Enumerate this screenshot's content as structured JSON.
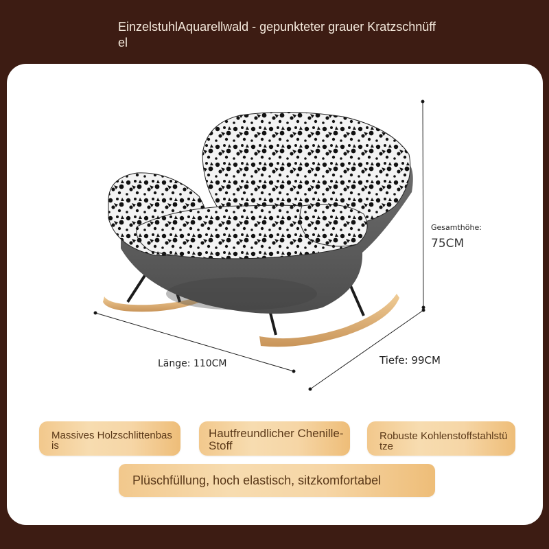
{
  "title": "EinzelstuhlAquarellwald - gepunkteter grauer Kratzschnüffel",
  "dimensions": {
    "height_title": "Gesamthöhe:",
    "height_value": "75CM",
    "length": "Länge: 110CM",
    "depth": "Tiefe: 99CM"
  },
  "features": [
    "Massives Holzschlittenbasis",
    "Hautfreundlicher Chenille-Stoff",
    "Robuste Kohlenstoffstahlstütze",
    "Plüschfüllung, hoch elastisch, sitzkomfortabel"
  ],
  "colors": {
    "background": "#3d1c13",
    "card": "#ffffff",
    "pill_gold": "#f2c88c",
    "pill_text": "#5a3818",
    "chair_shell": "#5f5f5f",
    "wood": "#e2b47a"
  }
}
